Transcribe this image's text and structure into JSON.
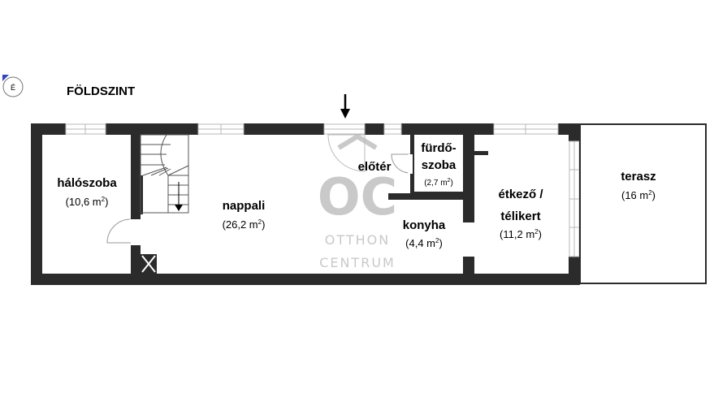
{
  "plan": {
    "title": "FÖLDSZINT",
    "compass_letter": "É",
    "rooms": {
      "bedroom": {
        "name": "hálószoba",
        "area": "(10,6 m",
        "sup": "2",
        "close": ")"
      },
      "living": {
        "name": "nappali",
        "area": "(26,2 m",
        "sup": "2",
        "close": ")"
      },
      "hall": {
        "name": "előtér"
      },
      "bathroom": {
        "name_line1": "fürdő-",
        "name_line2": "szoba",
        "area": "(2,7 m",
        "sup": "2",
        "close": ")"
      },
      "kitchen": {
        "name": "konyha",
        "area": "(4,4 m",
        "sup": "2",
        "close": ")"
      },
      "dining": {
        "name_line1": "étkező /",
        "name_line2": "télikert",
        "area": "(11,2 m",
        "sup": "2",
        "close": ")"
      },
      "terrace": {
        "name": "terasz",
        "area": "(16 m",
        "sup": "2",
        "close": ")"
      }
    },
    "watermark": {
      "logo": "OC",
      "line1": "OTTHON",
      "line2": "CENTRUM"
    },
    "colors": {
      "wall": "#2b2b2b",
      "compass_accent": "#3344bb",
      "watermark": "#c9c9c9"
    }
  }
}
